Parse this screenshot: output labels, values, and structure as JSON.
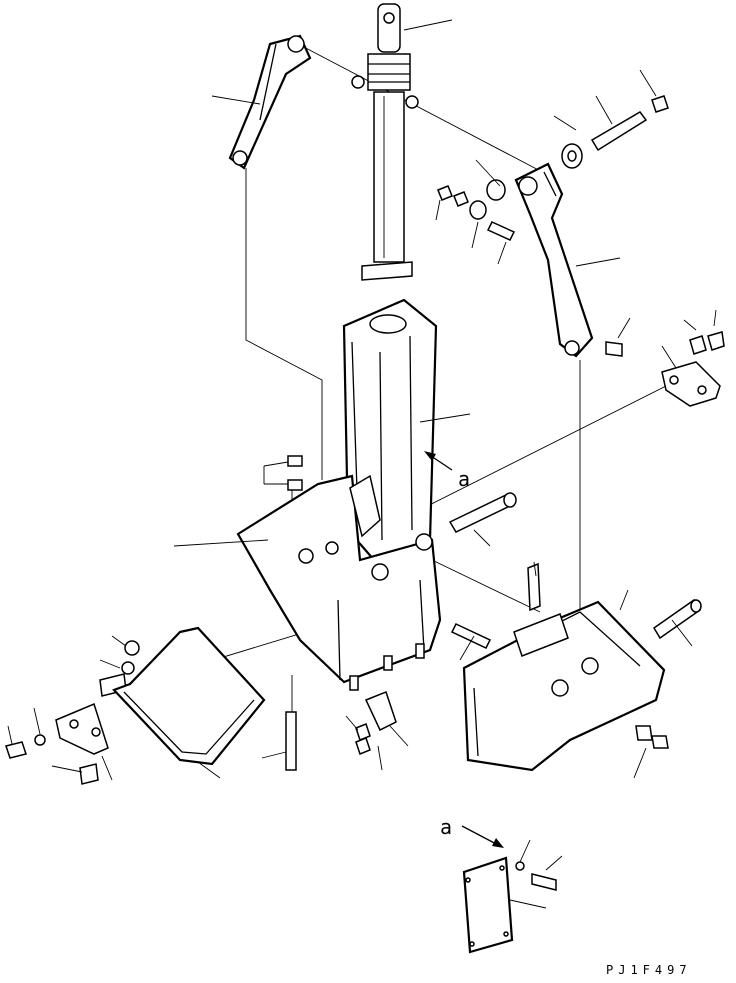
{
  "diagram": {
    "drawing_code": "PJ1F497",
    "view_markers": [
      "a",
      "a"
    ]
  }
}
